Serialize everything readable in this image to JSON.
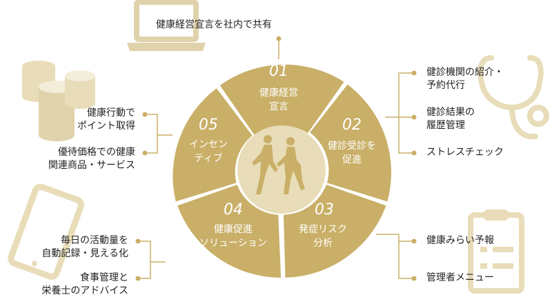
{
  "center_title": "健康経営宣言を社内で共有",
  "segments": [
    {
      "num": "01",
      "line1": "健康経営",
      "line2": "宣言"
    },
    {
      "num": "02",
      "line1": "健診受診を",
      "line2": "促進"
    },
    {
      "num": "03",
      "line1": "発症リスク",
      "line2": "分析"
    },
    {
      "num": "04",
      "line1": "健康促進",
      "line2": "ソリューション"
    },
    {
      "num": "05",
      "line1": "インセン",
      "line2": "ティブ"
    }
  ],
  "right_top": [
    {
      "line1": "健診機関の紹介・",
      "line2": "予約代行"
    },
    {
      "line1": "健診結果の",
      "line2": "履歴管理"
    },
    {
      "line1": "ストレスチェック",
      "line2": ""
    }
  ],
  "right_bottom": [
    {
      "line1": "健康みらい予報",
      "line2": ""
    },
    {
      "line1": "管理者メニュー",
      "line2": ""
    }
  ],
  "left_top": [
    {
      "line1": "健康行動で",
      "line2": "ポイント取得"
    },
    {
      "line1": "優待価格での健康",
      "line2": "関連商品・サービス"
    }
  ],
  "left_bottom": [
    {
      "line1": "毎日の活動量を",
      "line2": "自動記録・見える化"
    },
    {
      "line1": "食事管理と",
      "line2": "栄養士のアドバイス"
    }
  ],
  "icons": [
    "laptop-icon",
    "stethoscope-icon",
    "coins-icon",
    "smartphone-icon",
    "clipboard-icon",
    "runners-icon"
  ],
  "colors": {
    "gold": "#C9AF67",
    "light_gold": "#E8DDB8",
    "text": "#222222",
    "white": "#FFFFFF"
  }
}
